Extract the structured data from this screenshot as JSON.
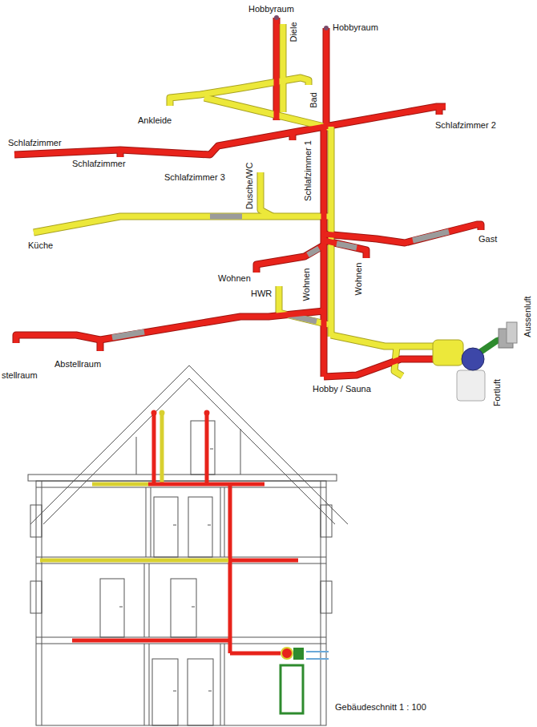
{
  "diagram": {
    "caption": "Gebäudeschnitt 1 : 100",
    "labels": [
      "Hobbyraum",
      "Diele",
      "Hobbyraum",
      "Bad",
      "Ankleide",
      "Schlafzimmer 2",
      "Schlafzimmer",
      "Schlafzimmer",
      "Schlafzimmer 3",
      "Dusche/WC",
      "Schlafzimmer 1",
      "Küche",
      "Gast",
      "Wohnen",
      "Wohnen",
      "Wohnen",
      "HWR",
      "Aussenluft",
      "stellraum",
      "Abstellraum",
      "Hobby / Sauna",
      "Fortluft"
    ]
  }
}
